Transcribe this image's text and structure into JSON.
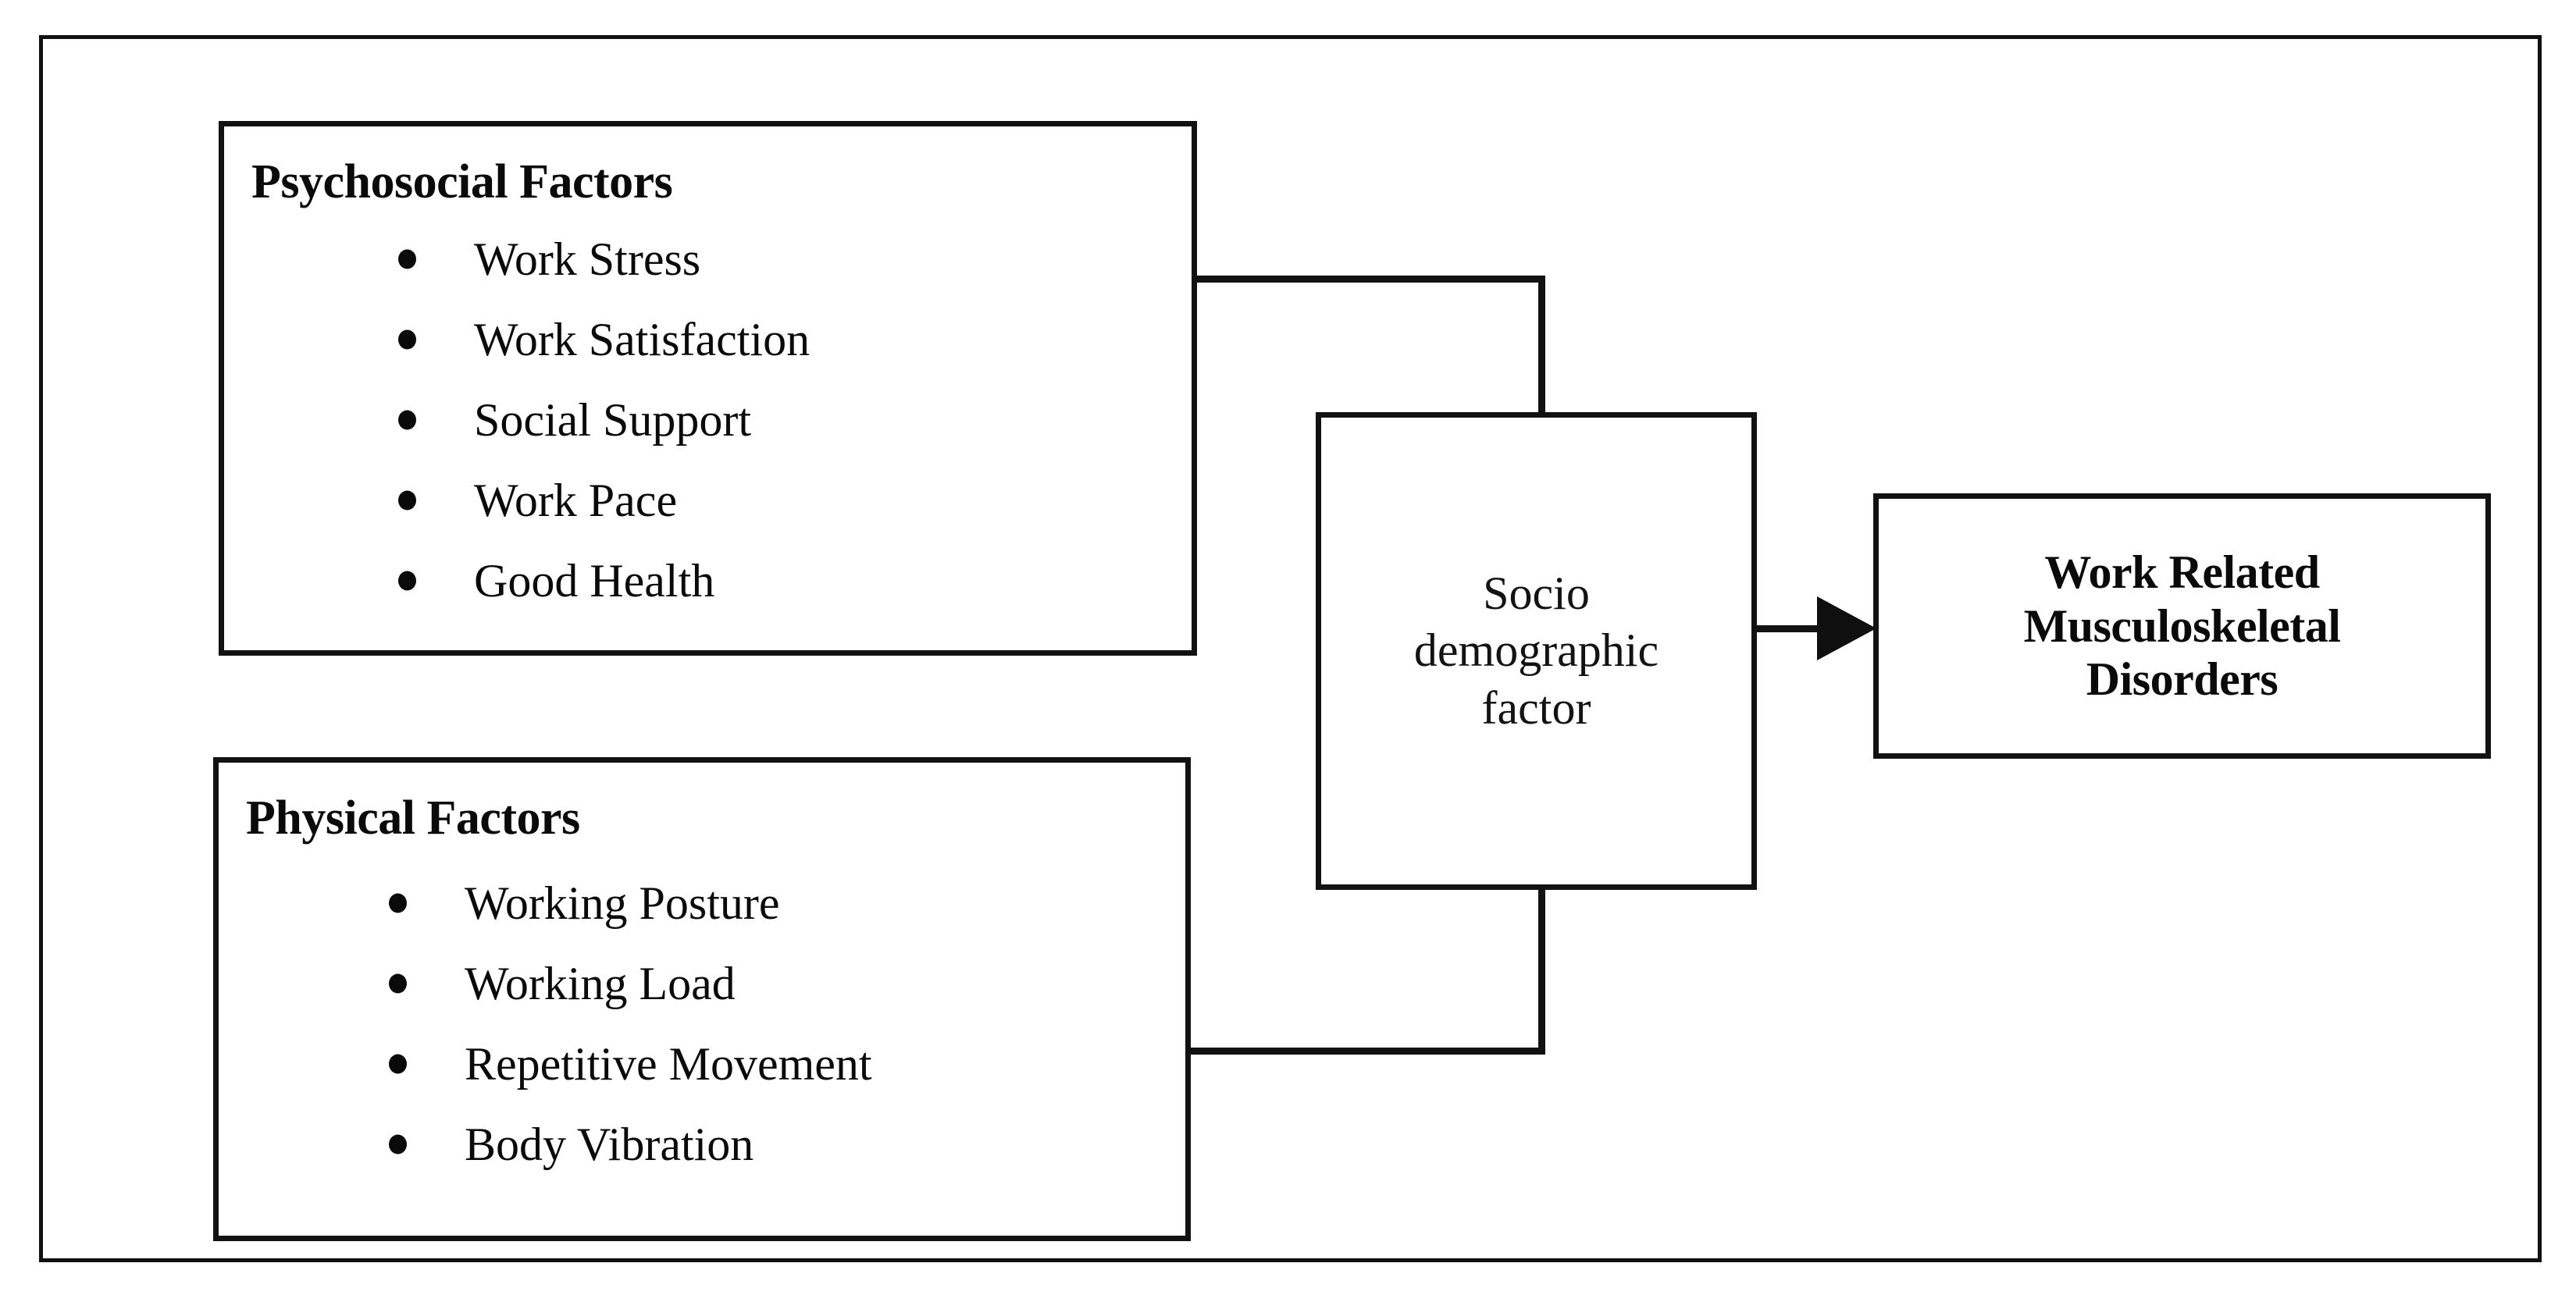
{
  "diagram": {
    "type": "conceptual-framework-flow-diagram",
    "colors": {
      "border": "#121212",
      "frame": "#111111",
      "text": "#0a0a0a",
      "background": "#ffffff"
    },
    "nodes": {
      "psychosocial": {
        "heading": "Psychosocial Factors",
        "items": [
          "Work Stress",
          "Work Satisfaction",
          "Social Support",
          "Work Pace",
          "Good Health"
        ]
      },
      "physical": {
        "heading": "Physical Factors",
        "items": [
          "Working Posture",
          "Working Load",
          "Repetitive Movement",
          "Body Vibration"
        ]
      },
      "socio": {
        "lines": [
          "Socio",
          "demographic",
          "factor"
        ]
      },
      "outcome": {
        "lines": [
          "Work Related",
          "Musculoskeletal",
          "Disorders"
        ]
      }
    },
    "connectors": [
      {
        "name": "psychosocial-to-socio",
        "from": "psychosocial",
        "to": "socio",
        "style": "elbow",
        "arrowhead": false
      },
      {
        "name": "physical-to-socio",
        "from": "physical",
        "to": "socio",
        "style": "elbow",
        "arrowhead": false
      },
      {
        "name": "socio-to-outcome",
        "from": "socio",
        "to": "outcome",
        "style": "straight",
        "arrowhead": true
      }
    ]
  }
}
